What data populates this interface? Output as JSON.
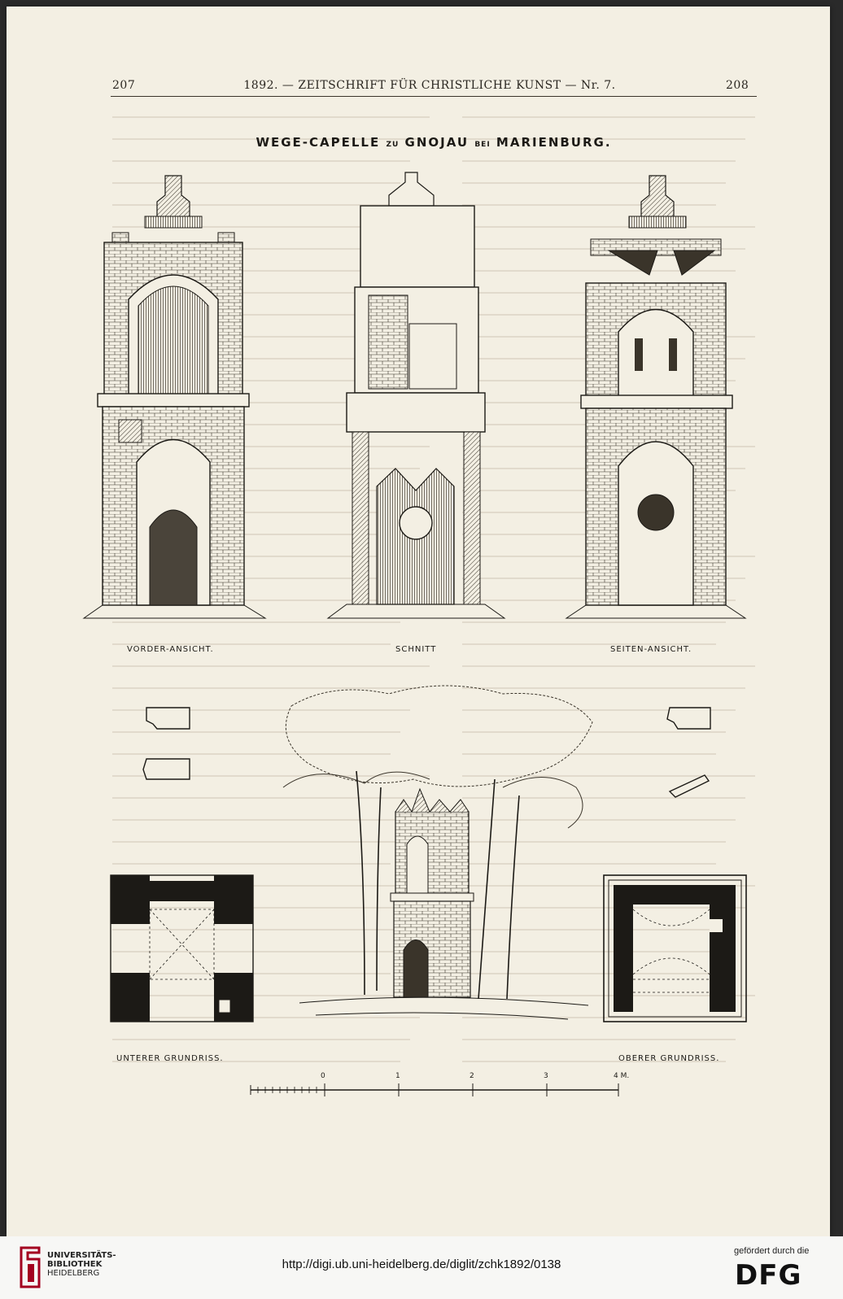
{
  "header": {
    "page_left": "207",
    "running_title": "1892. — ZEITSCHRIFT FÜR CHRISTLICHE KUNST — Nr. 7.",
    "page_right": "208"
  },
  "plate": {
    "title_1": "WEGE-CAPELLE",
    "title_2": "ZU",
    "title_3": "GNOJAU",
    "title_4": "BEI",
    "title_5": "MARIENBURG.",
    "caption_front": "VORDER-ANSICHT.",
    "caption_section": "SCHNITT",
    "caption_side": "SEITEN-ANSICHT.",
    "caption_lower_plan": "UNTERER GRUNDRISS.",
    "caption_upper_plan": "OBERER GRUNDRISS.",
    "scale": {
      "labels": [
        "0",
        "1",
        "2",
        "3",
        "4 M."
      ]
    }
  },
  "footer": {
    "library_line_1": "UNIVERSITÄTS-",
    "library_line_2": "BIBLIOTHEK",
    "library_line_3": "HEIDELBERG",
    "url": "http://digi.ub.uni-heidelberg.de/diglit/zchk1892/0138",
    "funded_by": "gefördert durch die",
    "funder_logo": "DFG"
  },
  "colors": {
    "paper": "#f3efe3",
    "ink": "#1c1a16",
    "library_red": "#a3001f"
  }
}
